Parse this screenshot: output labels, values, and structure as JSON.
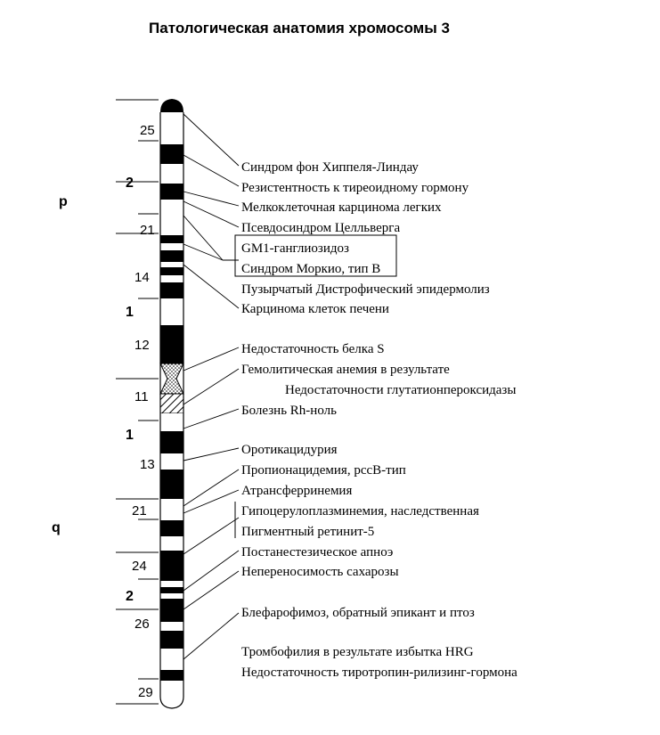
{
  "title": "Патологическая анатомия хромосомы 3",
  "arms": {
    "p": "p",
    "q": "q"
  },
  "regions": {
    "p2": "2",
    "p1": "1",
    "q1": "1",
    "q2": "2"
  },
  "bands": {
    "p25": "25",
    "p21": "21",
    "p14": "14",
    "p12": "12",
    "q11": "11",
    "q13": "13",
    "q21": "21",
    "q24": "24",
    "q26": "26",
    "q29": "29"
  },
  "diseases": [
    "Синдром фон Хиппеля-Линдау",
    "Резистентность к тиреоидному гормону",
    "Мелкоклеточная карцинома легких",
    "Псевдосиндром Целльверга",
    "GM1-ганглиозидоз",
    "Синдром Моркио, тип B",
    "Пузырчатый Дистрофический эпидермолиз",
    "Карцинома клеток печени",
    "Недостаточность белка S",
    "Гемолитическая анемия в результате",
    "Недостаточности глутатионпероксидазы",
    "Болезнь Rh-ноль",
    "Оротикацидурия",
    "Пропионацидемия, pccB-тип",
    "Атрансферринемия",
    "Гипоцерулоплазминемия, наследственная",
    "Пигментный ретинит-5",
    "Постанестезическое апноэ",
    "Непереносимость сахарозы",
    "Блефарофимоз, обратный эпикант и птоз",
    "Тромбофилия в результате избытка HRG",
    "Недостаточность тиротропин-рилизинг-гормона"
  ],
  "colors": {
    "band_dark": "#000000",
    "band_light": "#ffffff",
    "line": "#000000"
  }
}
